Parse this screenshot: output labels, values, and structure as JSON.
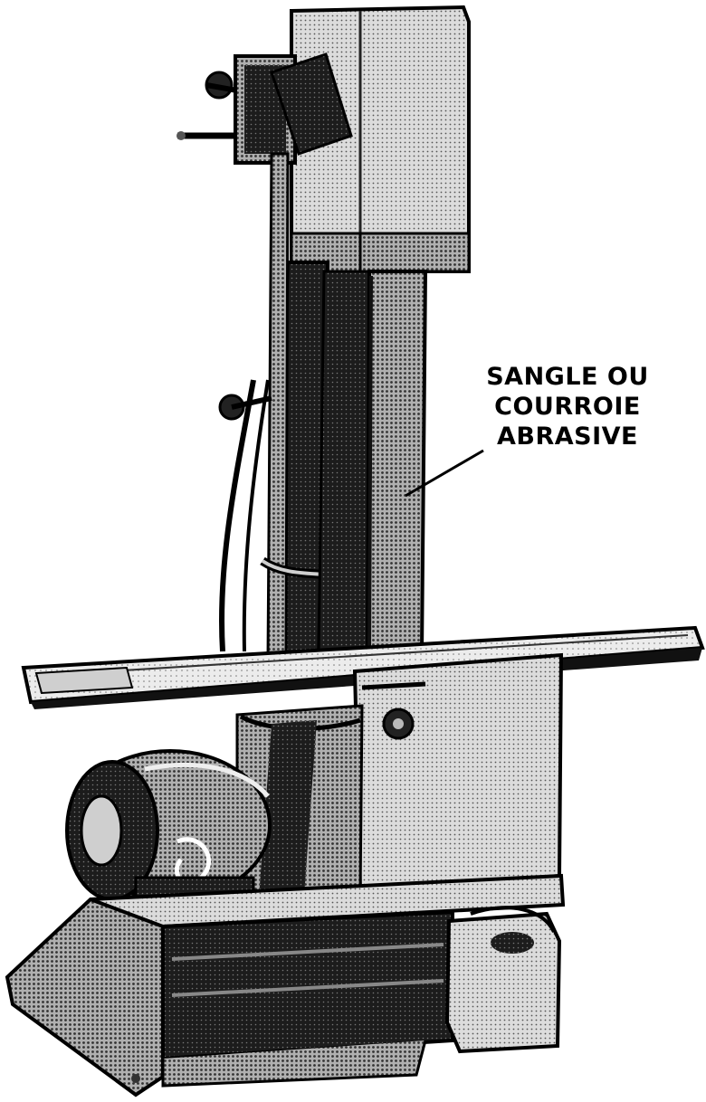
{
  "illustration": {
    "subject": "belt-sander-machine",
    "ink_color": "#000000",
    "paper_color": "#ffffff",
    "halftone_dark": "#1c1c1c",
    "halftone_mid": "#8a8a8a",
    "halftone_light": "#cfcfcf"
  },
  "callout": {
    "lines": [
      "SANGLE OU",
      "COURROIE",
      "ABRASIVE"
    ]
  }
}
